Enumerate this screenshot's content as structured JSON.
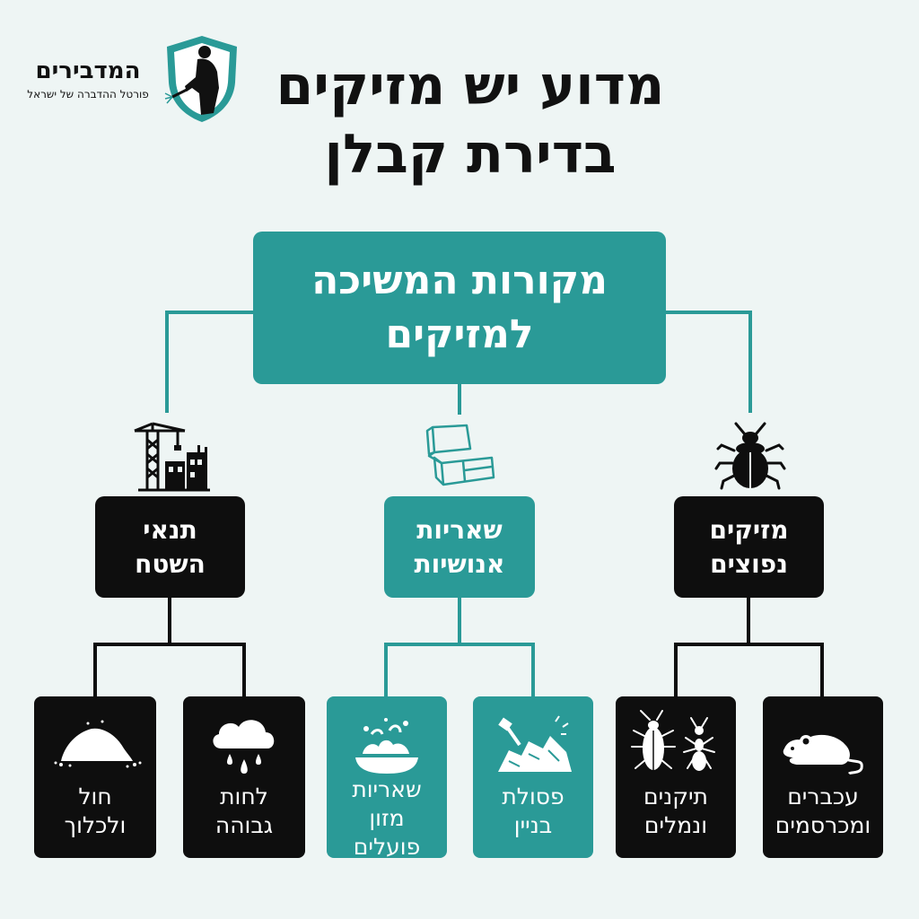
{
  "logo": {
    "name": "המדבירים",
    "tagline": "פורטל ההדברה של ישראל"
  },
  "title": {
    "line1": "מדוע יש מזיקים",
    "line2": "בדירת קבלן"
  },
  "root": {
    "line1": "מקורות המשיכה",
    "line2": "למזיקים"
  },
  "categories": [
    {
      "label": "מזיקים\nנפוצים",
      "icon": "beetle-icon"
    },
    {
      "label": "שאריות\nאנושיות",
      "icon": "food-container-icon"
    },
    {
      "label": "תנאי\nהשטח",
      "icon": "construction-crane-icon"
    }
  ],
  "leaves": [
    {
      "label": "עכברים\nומכרסמים",
      "icon": "mouse-icon"
    },
    {
      "label": "תיקנים\nונמלים",
      "icon": "cockroach-ant-icon"
    },
    {
      "label": "פסולת\nבניין",
      "icon": "construction-debris-icon"
    },
    {
      "label": "שאריות\nמזון\nפועלים",
      "icon": "food-bowl-icon"
    },
    {
      "label": "לחות\nגבוהה",
      "icon": "rain-cloud-icon"
    },
    {
      "label": "חול\nולכלוך",
      "icon": "sand-pile-icon"
    }
  ],
  "colors": {
    "teal": "#2a9a97",
    "black": "#0e0e0e",
    "background": "#eef5f4"
  }
}
